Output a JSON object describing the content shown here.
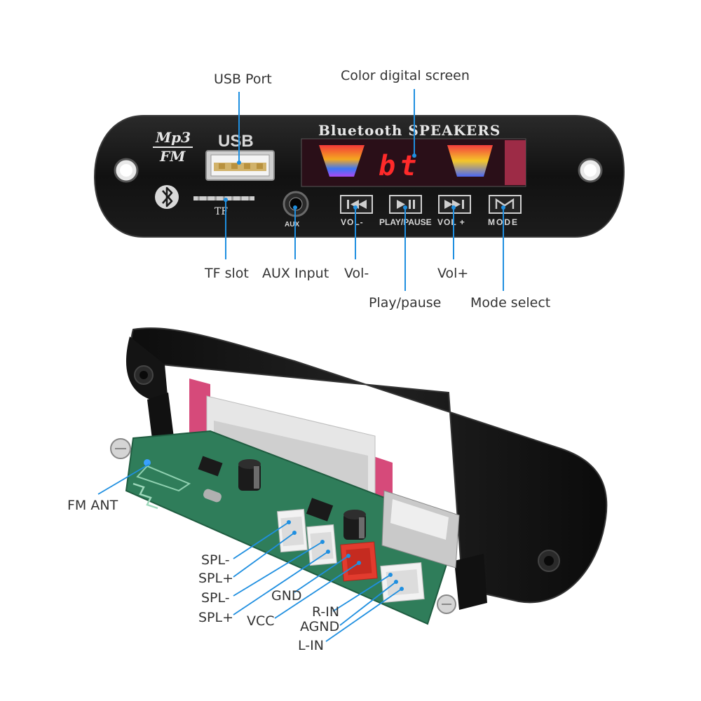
{
  "colors": {
    "leader_line": "#1f8fe0",
    "panel": "#161616",
    "pcb": "#2f7d5a",
    "display_red": "#ff2a2a",
    "connector_white": "#f2f2f2",
    "connector_red": "#e23b2e"
  },
  "front_panel": {
    "logo_top": "Mp3",
    "logo_bottom": "FM",
    "usb_label": "USB",
    "banner": "Bluetooth SPEAKERS",
    "display_readout": "bt",
    "tf_label": "TF",
    "aux_label": "AUX",
    "bluetooth_icon": "bluetooth-icon",
    "buttons": [
      {
        "label": "VOL-",
        "icon": "skip-back-icon"
      },
      {
        "label": "PLAY/PAUSE",
        "icon": "play-pause-icon"
      },
      {
        "label": "VOL +",
        "icon": "skip-forward-icon"
      },
      {
        "label": "MODE",
        "icon": "mode-icon"
      }
    ]
  },
  "top_callouts": {
    "usb_port": "USB Port",
    "screen": "Color digital screen",
    "tf_slot": "TF slot",
    "aux_input": "AUX Input",
    "vol_minus": "Vol-",
    "vol_plus": "Vol+",
    "play_pause": "Play/pause",
    "mode_select": "Mode select"
  },
  "board_callouts": {
    "fm_ant": "FM ANT",
    "spl_minus_1": "SPL-",
    "spl_plus_1": "SPL+",
    "spl_minus_2": "SPL-",
    "spl_plus_2": "SPL+",
    "gnd": "GND",
    "vcc": "VCC",
    "r_in": "R-IN",
    "agnd": "AGND",
    "l_in": "L-IN"
  }
}
